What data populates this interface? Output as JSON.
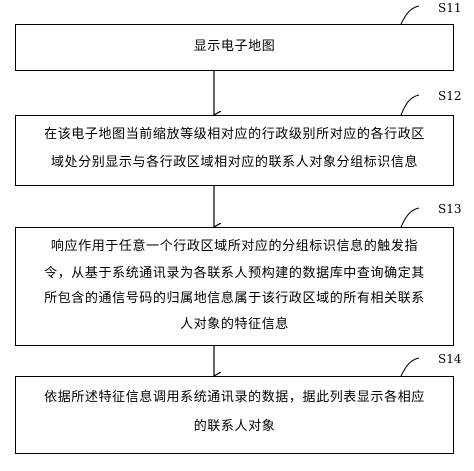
{
  "steps": [
    {
      "id": "S11",
      "text": "显示电子地图"
    },
    {
      "id": "S12",
      "lines": [
        "在该电子地图当前缩放等级相对应的行政级别所对应的各行政区",
        "域处分别显示与各行政区域相对应的联系人对象分组标识信息"
      ]
    },
    {
      "id": "S13",
      "lines": [
        "响应作用于任意一个行政区域所对应的分组标识信息的触发指",
        "令，从基于系统通讯录为各联系人预构建的数据库中查询确定其",
        "所包含的通信号码的归属地信息属于该行政区域的所有相关联系",
        "人对象的特征信息"
      ]
    },
    {
      "id": "S14",
      "lines": [
        "依据所述特征信息调用系统通讯录的数据，据此列表显示各相应",
        "的联系人对象"
      ]
    }
  ]
}
